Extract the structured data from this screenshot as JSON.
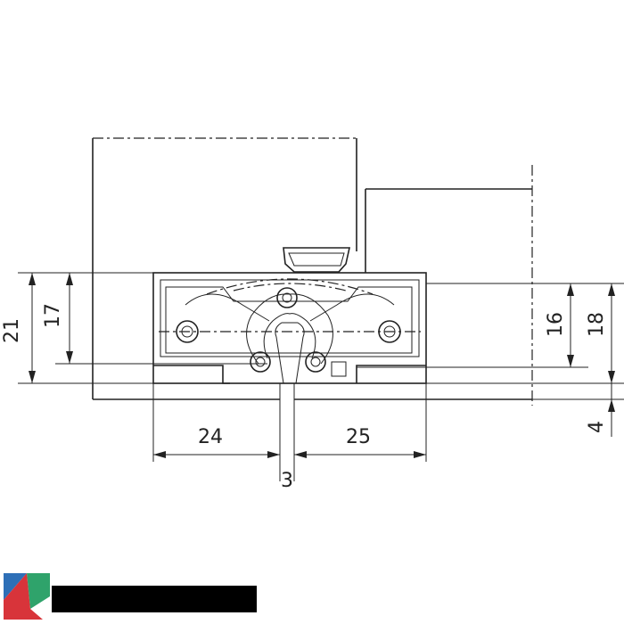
{
  "dimensions": {
    "d21": "21",
    "d17": "17",
    "d16": "16",
    "d18": "18",
    "d24": "24",
    "d25": "25",
    "d3": "3",
    "d4": "4"
  },
  "colors": {
    "line": "#222222",
    "logo_blue": "#2e6fb7",
    "logo_red": "#d8343a",
    "logo_green": "#2fa36b"
  },
  "icons": {
    "brand": "brand-logo-icon"
  }
}
